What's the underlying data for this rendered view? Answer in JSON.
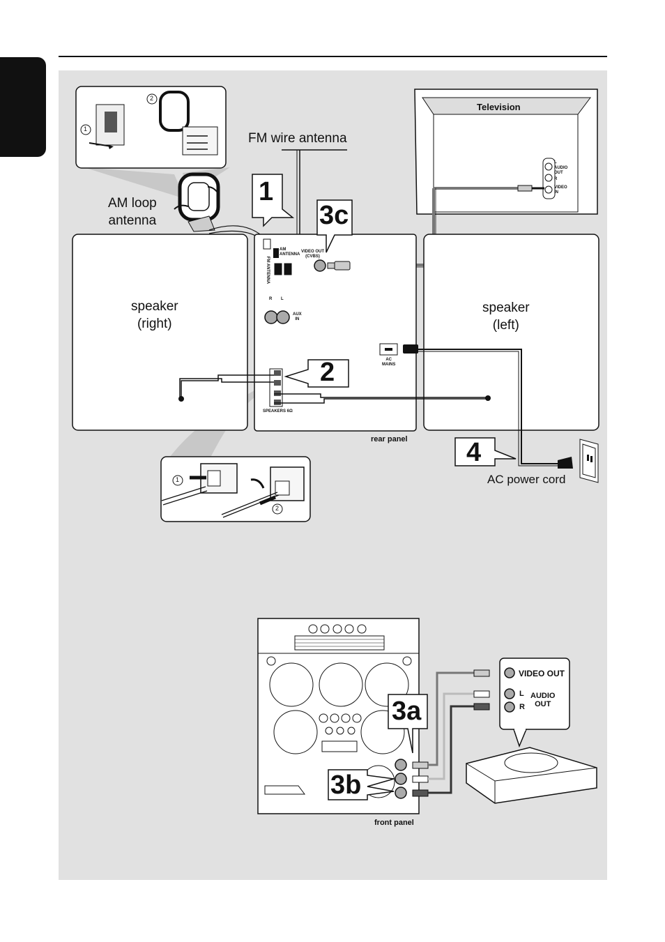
{
  "labels": {
    "fm_antenna": "FM wire antenna",
    "am_antenna": "AM loop\nantenna",
    "television": "Television",
    "tv_audio_out": "AUDIO\nOUT",
    "tv_l": "L",
    "tv_r": "R",
    "tv_video_in": "VIDEO\nIN",
    "speaker_right": "speaker\n(right)",
    "speaker_left": "speaker\n(left)",
    "rear_panel": "rear panel",
    "front_panel": "front panel",
    "ac_power_cord": "AC power cord",
    "am_antenna_jack": "AM\nANTENNA",
    "fm_antenna_jack": "FM ANTENNA",
    "video_out_cvbs": "VIDEO OUT\n(CVBS)",
    "aux_in": "AUX\nIN",
    "aux_r": "R",
    "aux_l": "L",
    "ac_mains": "AC\nMAINS",
    "speakers_ohm": "SPEAKERS 6Ω",
    "dvd_video_out": "VIDEO OUT",
    "dvd_l": "L",
    "dvd_r": "R",
    "dvd_audio_out": "AUDIO\nOUT",
    "inset_step_1": "1",
    "inset_step_2": "2"
  },
  "steps": {
    "s1": "1",
    "s2": "2",
    "s3a": "3a",
    "s3b": "3b",
    "s3c": "3c",
    "s4": "4"
  },
  "colors": {
    "background_panel": "#e1e1e1",
    "ink": "#111111",
    "box_fill": "#ffffff"
  }
}
